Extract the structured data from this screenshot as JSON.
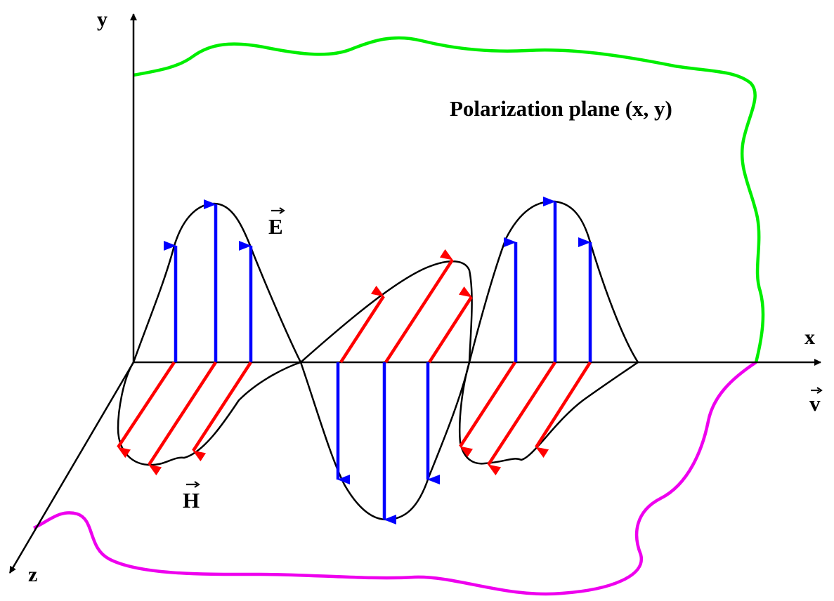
{
  "axes": {
    "x_label": "x",
    "y_label": "y",
    "z_label": "z"
  },
  "labels": {
    "polarization_plane": "Polarization plane (x, y)",
    "electric_field": "E",
    "magnetic_field": "H",
    "velocity": "v"
  },
  "colors": {
    "axes": "#000000",
    "wave_outline": "#000000",
    "electric_vectors": "#0000ff",
    "magnetic_vectors": "#ff0000",
    "polarization_plane_edge": "#00ee00",
    "magnetic_plane_edge": "#ee00ee",
    "background": "#ffffff"
  }
}
